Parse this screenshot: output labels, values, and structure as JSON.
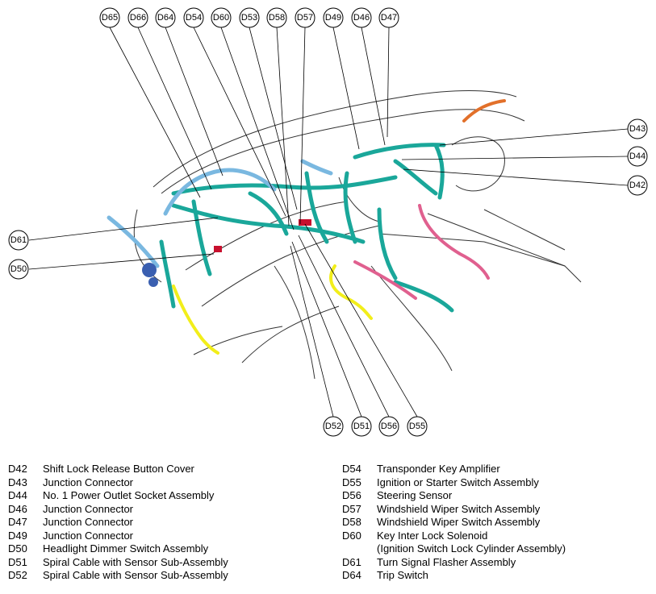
{
  "callouts": {
    "top": [
      "D65",
      "D66",
      "D64",
      "D54",
      "D60",
      "D53",
      "D58",
      "D57",
      "D49",
      "D46",
      "D47"
    ],
    "right": [
      "D43",
      "D44",
      "D42"
    ],
    "left": [
      "D61",
      "D50"
    ],
    "bottom": [
      "D52",
      "D51",
      "D56",
      "D55"
    ]
  },
  "legend_left": [
    {
      "code": "D42",
      "desc": "Shift Lock Release Button Cover"
    },
    {
      "code": "D43",
      "desc": "Junction Connector"
    },
    {
      "code": "D44",
      "desc": "No. 1 Power Outlet Socket Assembly"
    },
    {
      "code": "D46",
      "desc": "Junction Connector"
    },
    {
      "code": "D47",
      "desc": "Junction Connector"
    },
    {
      "code": "D49",
      "desc": "Junction Connector"
    },
    {
      "code": "D50",
      "desc": "Headlight Dimmer Switch Assembly"
    },
    {
      "code": "D51",
      "desc": "Spiral Cable with Sensor Sub-Assembly"
    },
    {
      "code": "D52",
      "desc": "Spiral Cable with Sensor Sub-Assembly"
    }
  ],
  "legend_right": [
    {
      "code": "D54",
      "desc": "Transponder Key Amplifier"
    },
    {
      "code": "D55",
      "desc": "Ignition or Starter Switch Assembly"
    },
    {
      "code": "D56",
      "desc": "Steering Sensor"
    },
    {
      "code": "D57",
      "desc": "Windshield Wiper Switch Assembly"
    },
    {
      "code": "D58",
      "desc": "Windshield Wiper Switch Assembly"
    },
    {
      "code": "D60",
      "desc": "Key Inter Lock Solenoid"
    },
    {
      "code": "",
      "desc": "(Ignition Switch Lock Cylinder Assembly)"
    },
    {
      "code": "D61",
      "desc": "Turn Signal Flasher Assembly"
    },
    {
      "code": "D64",
      "desc": "Trip Switch"
    }
  ],
  "colors": {
    "harness_main": "#1aa79a",
    "harness_light": "#7ab8e0",
    "harness_yellow": "#f2ee1a",
    "harness_pink": "#e0608f",
    "harness_orange": "#e2702a",
    "harness_red": "#c8102e",
    "line": "#000000"
  }
}
